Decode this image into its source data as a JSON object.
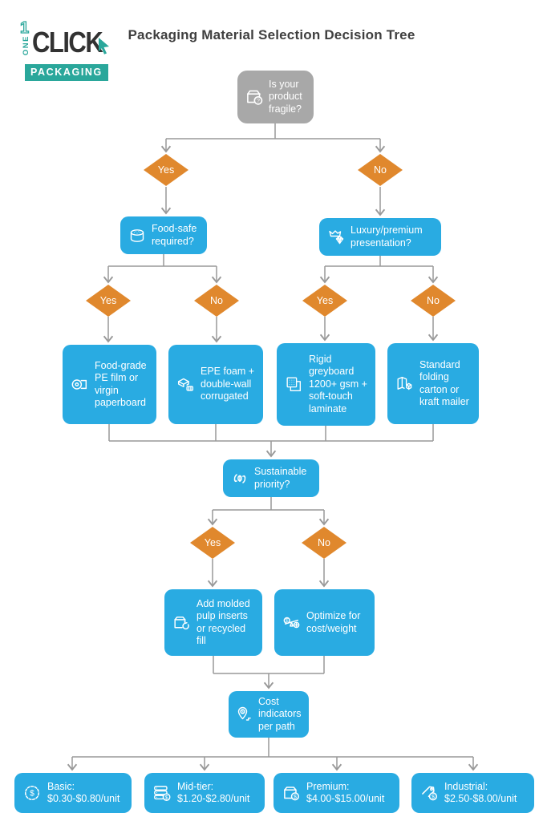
{
  "page": {
    "title": "Packaging Material Selection Decision Tree"
  },
  "logo": {
    "num": "1",
    "one": "ONE",
    "click": "CLICK",
    "packaging": "PACKAGING"
  },
  "colors": {
    "node_blue": "#29abe2",
    "diamond_orange": "#e0882d",
    "root_gray": "#a8a8a8",
    "line_gray": "#999999",
    "brand_teal": "#2aa79b",
    "title_text": "#3f3f3f"
  },
  "decisions": {
    "yes": "Yes",
    "no": "No"
  },
  "icon_glyphs": {
    "question": "?",
    "dollar": "$"
  },
  "tree": {
    "root": {
      "label": "Is your product fragile?",
      "icon": "package-question-icon"
    },
    "food_safe": {
      "label": "Food-safe required?",
      "icon": "food-can-icon"
    },
    "luxury": {
      "label": "Luxury/premium presentation?",
      "icon": "crown-gem-icon"
    },
    "food_grade": {
      "label": "Food-grade PE film or virgin paperboard",
      "icon": "film-roll-icon"
    },
    "epe_foam": {
      "label": "EPE foam + double-wall corrugated",
      "icon": "foam-layers-icon"
    },
    "rigid": {
      "label": "Rigid greyboard 1200+ gsm + soft-touch laminate",
      "icon": "greyboard-sheets-icon"
    },
    "standard": {
      "label": "Standard folding carton or kraft mailer",
      "icon": "folding-carton-icon"
    },
    "sustainable": {
      "label": "Sustainable priority?",
      "icon": "eco-refresh-icon"
    },
    "molded_pulp": {
      "label": "Add molded pulp inserts or recycled fill",
      "icon": "recycled-box-icon"
    },
    "optimize": {
      "label": "Optimize for cost/weight",
      "icon": "cost-weight-scale-icon"
    },
    "cost": {
      "label": "Cost indicators per path",
      "icon": "price-pin-icon"
    },
    "basic": {
      "label": "Basic:",
      "value": "$0.30-$0.80/unit",
      "icon": "dollar-badge-icon"
    },
    "mid_tier": {
      "label": "Mid-tier:",
      "value": "$1.20-$2.80/unit",
      "icon": "database-dollar-icon"
    },
    "premium": {
      "label": "Premium:",
      "value": "$4.00-$15.00/unit",
      "icon": "package-dollar-icon"
    },
    "industrial": {
      "label": "Industrial:",
      "value": "$2.50-$8.00/unit",
      "icon": "tag-dollar-icon"
    }
  }
}
